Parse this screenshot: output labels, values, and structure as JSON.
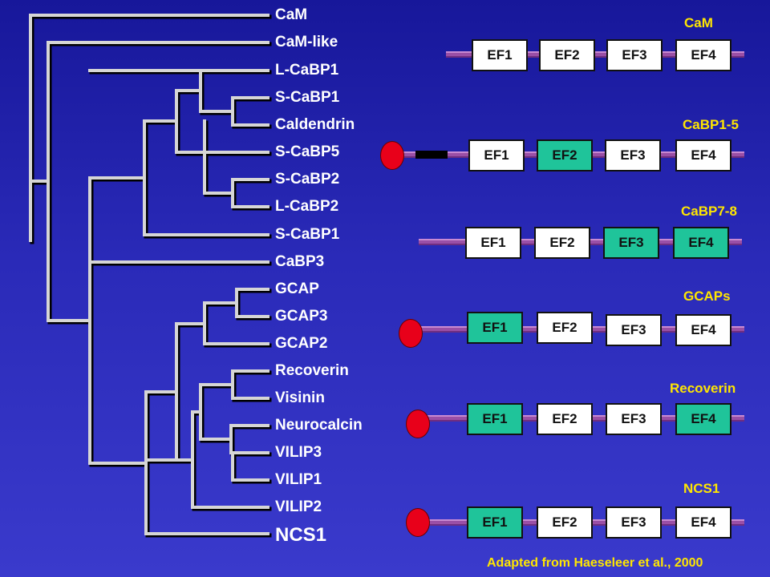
{
  "tree_labels": [
    "CaM",
    "CaM-like",
    "L-CaBP1",
    "S-CaBP1",
    "Caldendrin",
    "S-CaBP5",
    "S-CaBP2",
    "L-CaBP2",
    "S-CaBP1",
    "CaBP3",
    "GCAP",
    "GCAP3",
    "GCAP2",
    "Recoverin",
    "Visinin",
    "Neurocalcin",
    "VILIP3",
    "VILIP1",
    "VILIP2",
    "NCS1"
  ],
  "families": [
    {
      "title": "CaM",
      "domains": [
        {
          "label": "EF1",
          "green": false
        },
        {
          "label": "EF2",
          "green": false
        },
        {
          "label": "EF3",
          "green": false
        },
        {
          "label": "EF4",
          "green": false
        }
      ]
    },
    {
      "title": "CaBP1-5",
      "domains": [
        {
          "label": "EF1",
          "green": false
        },
        {
          "label": "EF2",
          "green": true
        },
        {
          "label": "EF3",
          "green": false
        },
        {
          "label": "EF4",
          "green": false
        }
      ]
    },
    {
      "title": "CaBP7-8",
      "domains": [
        {
          "label": "EF1",
          "green": false
        },
        {
          "label": "EF2",
          "green": false
        },
        {
          "label": "EF3",
          "green": true
        },
        {
          "label": "EF4",
          "green": true
        }
      ]
    },
    {
      "title": "GCAPs",
      "domains": [
        {
          "label": "EF1",
          "green": true
        },
        {
          "label": "EF2",
          "green": false
        },
        {
          "label": "EF3",
          "green": false
        },
        {
          "label": "EF4",
          "green": false
        }
      ]
    },
    {
      "title": "Recoverin",
      "domains": [
        {
          "label": "EF1",
          "green": true
        },
        {
          "label": "EF2",
          "green": false
        },
        {
          "label": "EF3",
          "green": false
        },
        {
          "label": "EF4",
          "green": true
        }
      ]
    },
    {
      "title": "NCS1",
      "domains": [
        {
          "label": "EF1",
          "green": true
        },
        {
          "label": "EF2",
          "green": false
        },
        {
          "label": "EF3",
          "green": false
        },
        {
          "label": "EF4",
          "green": false
        }
      ]
    }
  ],
  "credit": "Adapted from Haeseleer et al., 2000",
  "colors": {
    "title": "#ffe600",
    "green_domain": "#1fc49a",
    "n_term_dot": "#e8001a",
    "linker": "#9a4fa6"
  }
}
